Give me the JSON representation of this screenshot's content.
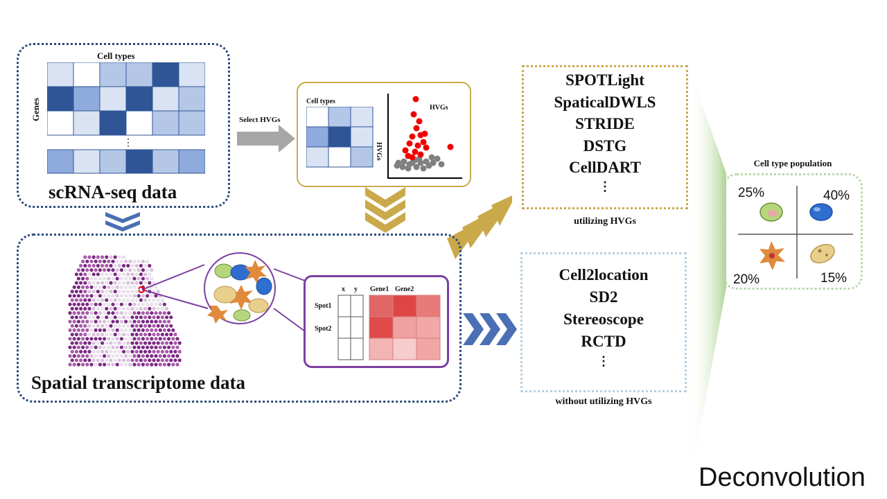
{
  "scrna": {
    "title": "scRNA-seq data",
    "col_label": "Cell types",
    "row_label": "Genes",
    "ellipsis": "⋮"
  },
  "select_hvgs": "Select HVGs",
  "hvg_panel": {
    "col_label": "Cell types",
    "row_label": "HVGs",
    "scatter_label": "HVGs"
  },
  "spatial": {
    "title": "Spatial transcriptome data",
    "table": {
      "headers": [
        "x",
        "y",
        "Gene1",
        "Gene2"
      ],
      "rows": [
        "Spot1",
        "Spot2"
      ]
    }
  },
  "hvg_methods": {
    "items": [
      "SPOTLight",
      "SpaticalDWLS",
      "STRIDE",
      "DSTG",
      "CellDART",
      "⋮"
    ],
    "caption": "utilizing HVGs"
  },
  "nohvg_methods": {
    "items": [
      "Cell2location",
      "SD2",
      "Stereoscope",
      "RCTD",
      "⋮"
    ],
    "caption": "without utilizing HVGs"
  },
  "population": {
    "title": "Cell type population",
    "percentages": [
      "25%",
      "40%",
      "20%",
      "15%"
    ]
  },
  "footer": "Deconvolution",
  "colors": {
    "navy_dotted": "#2b4a7c",
    "gold": "#c9a94a",
    "heat_dark": "#2f5597",
    "heat_mid": "#8faadc",
    "heat_light": "#dae3f3",
    "red_points": "#ee0000",
    "gray_points": "#808080",
    "purple": "#7a3fa0",
    "green": "#a9d18e"
  }
}
